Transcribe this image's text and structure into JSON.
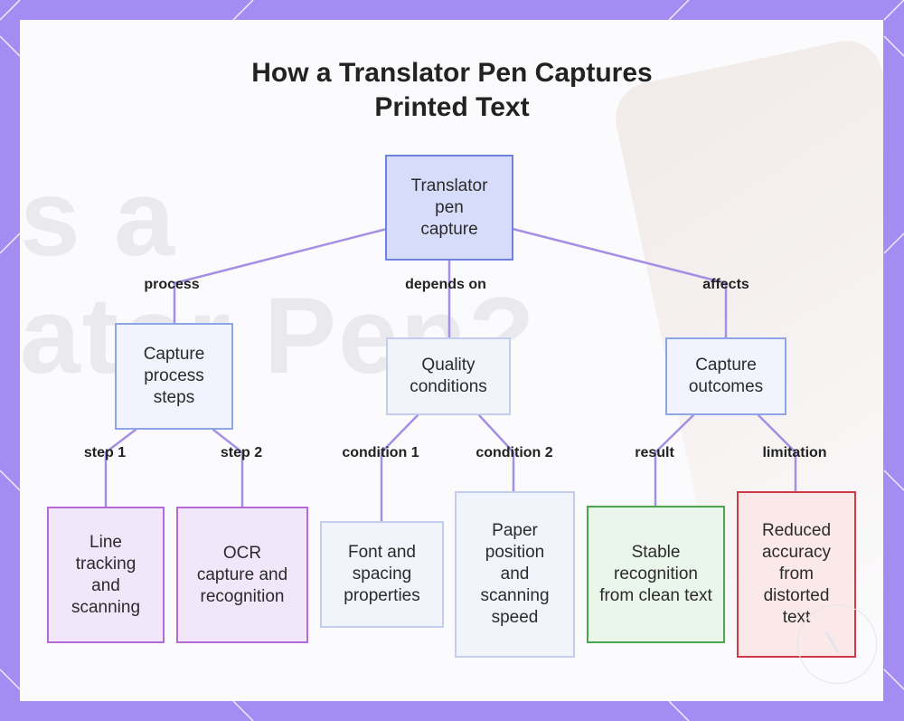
{
  "title": {
    "line1": "How a Translator Pen Captures",
    "line2": "Printed Text"
  },
  "background_ghost": {
    "line1": "s a",
    "line2": "ator Pen?"
  },
  "nodes": {
    "root": "Translator pen capture",
    "process": "Capture process steps",
    "quality": "Quality conditions",
    "outcomes": "Capture outcomes",
    "line_tracking": "Line tracking and scanning",
    "ocr": "OCR capture and recognition",
    "font": "Font and spacing properties",
    "paper": "Paper position and scanning speed",
    "stable": "Stable recognition from clean text",
    "reduced": "Reduced accuracy from distorted text"
  },
  "edge_labels": {
    "process": "process",
    "depends_on": "depends on",
    "affects": "affects",
    "step1": "step 1",
    "step2": "step 2",
    "condition1": "condition 1",
    "condition2": "condition 2",
    "result": "result",
    "limitation": "limitation"
  },
  "colors": {
    "frame": "#a48cf2",
    "connector": "#a58fe3",
    "root_fill": "#d8dcfb",
    "root_border": "#7081e0",
    "blue_fill": "#f1f4fd",
    "blue_border": "#8ea6e8",
    "light_fill": "#f2f4fb",
    "light_border": "#c3cdee",
    "purple_fill": "#f1e6fa",
    "purple_border": "#b56ad8",
    "green_fill": "#ebf6ea",
    "green_border": "#4aa64a",
    "red_fill": "#fbe9ea",
    "red_border": "#cf3a47"
  }
}
